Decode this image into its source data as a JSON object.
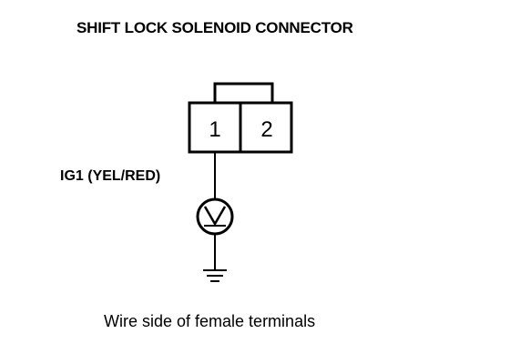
{
  "diagram": {
    "title": "SHIFT LOCK SOLENOID CONNECTOR",
    "connector": {
      "terminals": [
        "1",
        "2"
      ]
    },
    "wire_label": "IG1 (YEL/RED)",
    "meter_symbol": "V",
    "ground_icon": "ground-icon",
    "caption": "Wire side of female terminals"
  }
}
